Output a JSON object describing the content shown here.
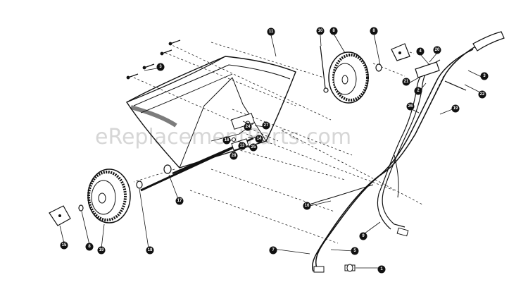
{
  "watermark": "eReplacementParts.com",
  "callouts": [
    {
      "id": "c1",
      "label": "11"
    },
    {
      "id": "c2",
      "label": "3"
    },
    {
      "id": "c3",
      "label": "10"
    },
    {
      "id": "c4",
      "label": "8"
    },
    {
      "id": "c5",
      "label": "8"
    },
    {
      "id": "c6",
      "label": "20"
    },
    {
      "id": "c7",
      "label": "21"
    },
    {
      "id": "c8",
      "label": "2"
    },
    {
      "id": "c9",
      "label": "22"
    },
    {
      "id": "c10",
      "label": "3"
    },
    {
      "id": "c11",
      "label": "19"
    },
    {
      "id": "c12",
      "label": "26"
    },
    {
      "id": "c13",
      "label": "24"
    },
    {
      "id": "c14",
      "label": "27"
    },
    {
      "id": "c15",
      "label": "14"
    },
    {
      "id": "c16",
      "label": "13"
    },
    {
      "id": "c17",
      "label": "16"
    },
    {
      "id": "c18",
      "label": "28"
    },
    {
      "id": "c19",
      "label": "25"
    },
    {
      "id": "c20",
      "label": "17"
    },
    {
      "id": "c21",
      "label": "18"
    },
    {
      "id": "c22",
      "label": "19"
    },
    {
      "id": "c23",
      "label": "8"
    },
    {
      "id": "c24",
      "label": "15"
    },
    {
      "id": "c25",
      "label": "9"
    },
    {
      "id": "c26",
      "label": "7"
    },
    {
      "id": "c27",
      "label": "5"
    },
    {
      "id": "c28",
      "label": "1"
    },
    {
      "id": "c29",
      "label": "4"
    },
    {
      "id": "c30",
      "label": "16"
    }
  ]
}
